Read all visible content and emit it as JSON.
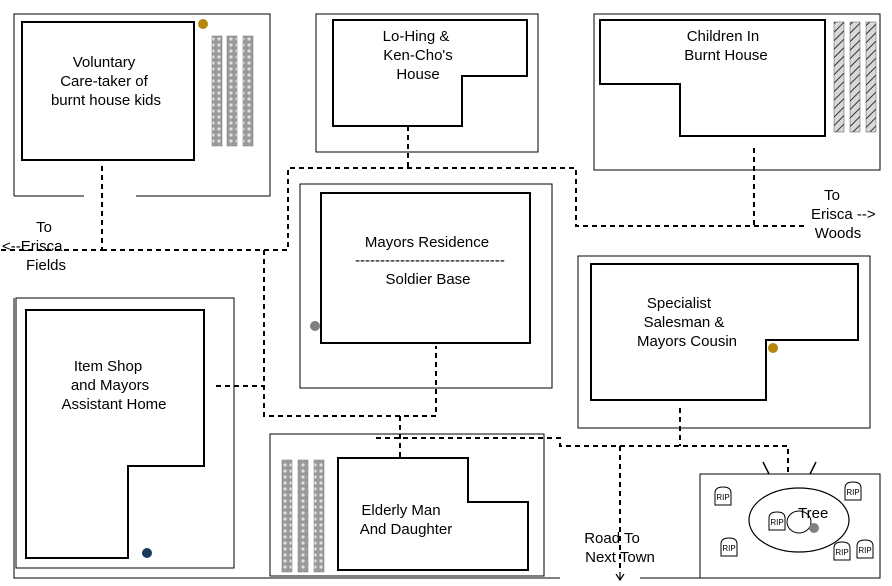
{
  "buildings": {
    "voluntary_caretaker": [
      "Voluntary",
      "Care-taker of",
      "burnt house kids"
    ],
    "lo_hing_house": [
      "Lo-Hing &",
      "Ken-Cho's",
      "House"
    ],
    "children_burnt_house": [
      "Children In",
      "Burnt House"
    ],
    "mayors_residence": {
      "top": "Mayors Residence",
      "divider": "------------------------------",
      "bottom": "Soldier Base"
    },
    "specialist_salesman": [
      "Specialist",
      "Salesman &",
      "Mayors Cousin"
    ],
    "item_shop": [
      "Item Shop",
      "and Mayors",
      "Assistant Home"
    ],
    "elderly_man": [
      "Elderly Man",
      "And Daughter"
    ]
  },
  "exits": {
    "west": [
      "To",
      "<--Erisca",
      "Fields"
    ],
    "east": [
      "To",
      "Erisca -->",
      "Woods"
    ],
    "south": [
      "Road To",
      "Next Town"
    ]
  },
  "graveyard": {
    "tree_label": "Tree",
    "grave_label": "RIP"
  },
  "markers": {
    "gold": "#b8860b",
    "grey": "#808080",
    "navy": "#1a3a5c"
  }
}
